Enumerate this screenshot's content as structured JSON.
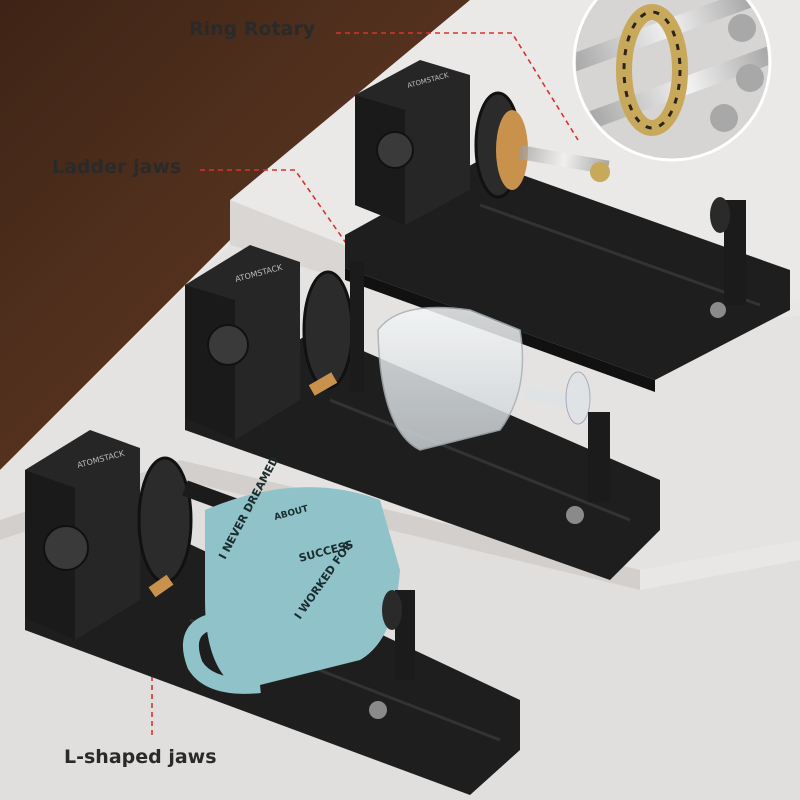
{
  "labels": {
    "ring_rotary": "Ring Rotary",
    "ladder_jaws": "Ladder jaws",
    "l_shaped_jaws": "L-shaped jaws"
  },
  "brand_marks": {
    "device": "ATOMSTACK"
  },
  "mug_engraving": [
    "I NEVER DREAMED",
    "ABOUT",
    "SUCCESS",
    "I WORKED FOR"
  ],
  "colors": {
    "background_brown": "#4a2a19",
    "step_light": "#ebe9e8",
    "callout_red": "#d8322f",
    "device_black": "#1e1e1f",
    "mug_blue": "#8fc3c9",
    "ring_gold": "#c8a85a"
  }
}
